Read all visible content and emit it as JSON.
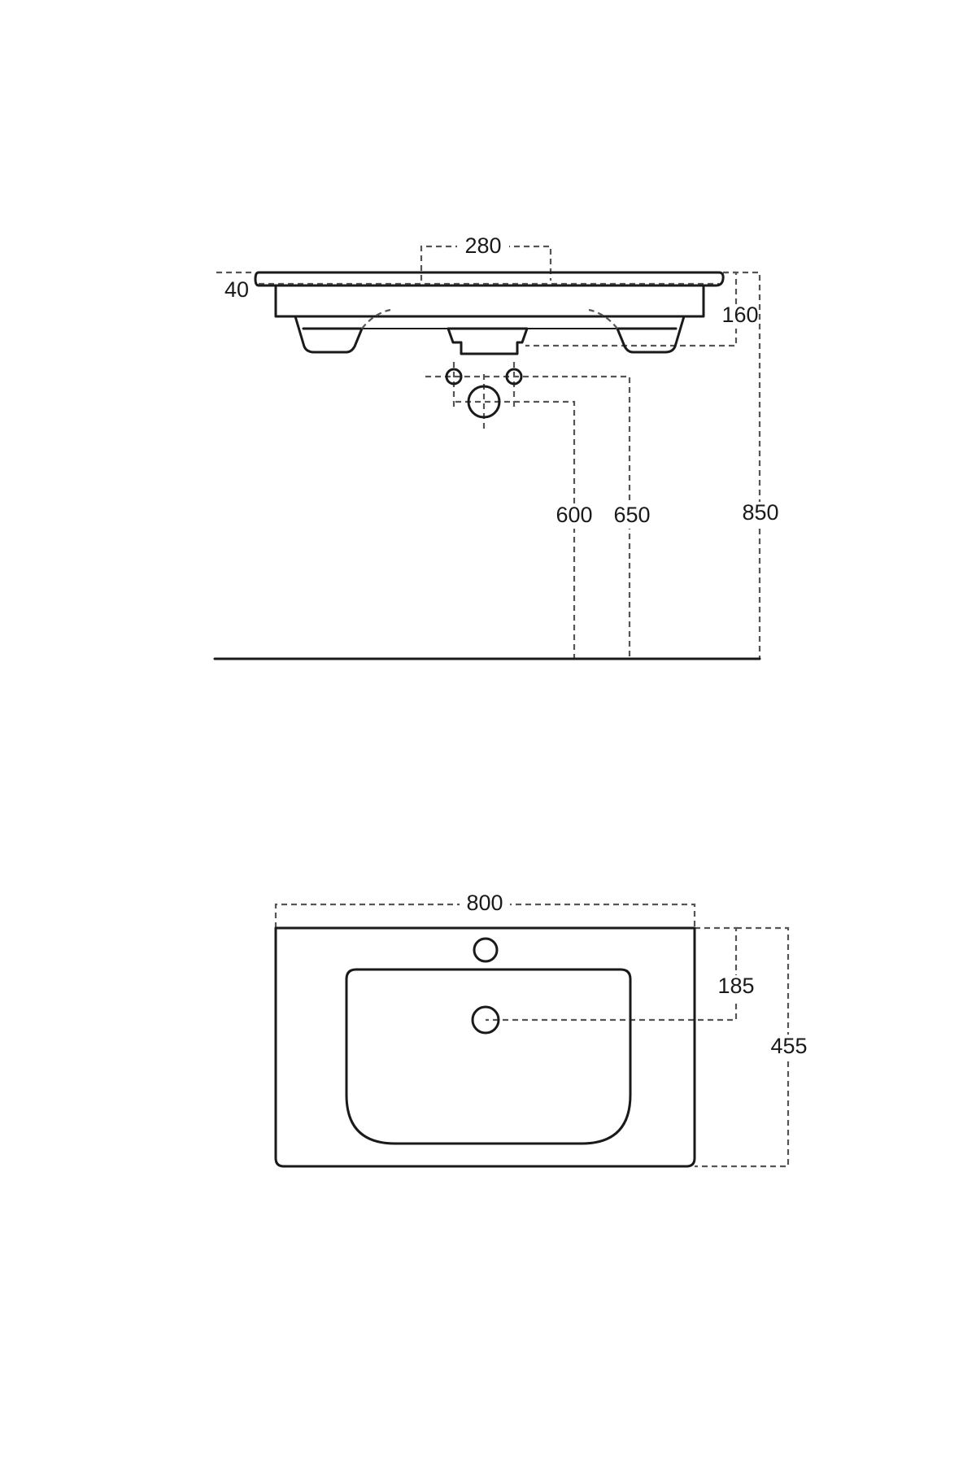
{
  "side_view": {
    "dimensions": {
      "tap_spacing": "280",
      "rim_thickness": "40",
      "basin_depth": "160",
      "waste_height": "600",
      "supply_height": "650",
      "rim_height": "850"
    }
  },
  "top_view": {
    "dimensions": {
      "width": "800",
      "drain_offset": "185",
      "depth": "455"
    }
  }
}
